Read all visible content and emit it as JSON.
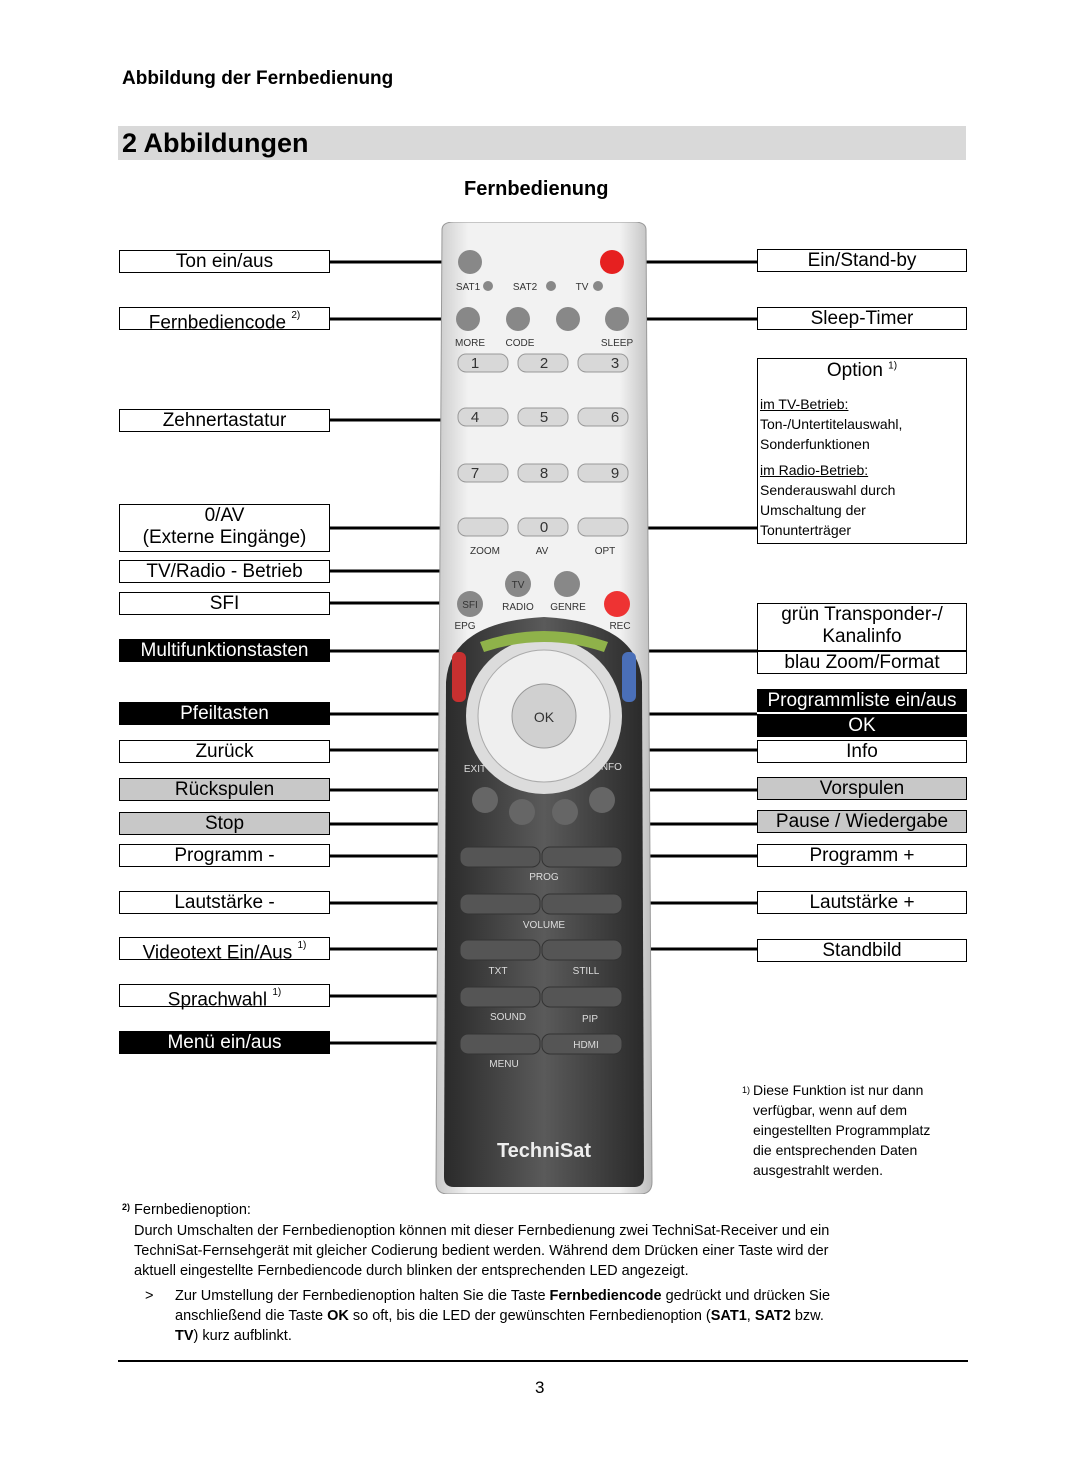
{
  "header": {
    "subtitle": "Abbildung der Fernbedienung",
    "section": "2 Abbildungen",
    "figure_title": "Fernbedienung"
  },
  "left_labels": {
    "ton": "Ton ein/aus",
    "code": "Fernbediencode",
    "code_sup": "2)",
    "zehner": "Zehnertastatur",
    "av1": "0/AV",
    "av2": "(Externe Eingänge)",
    "tvradio": "TV/Radio - Betrieb",
    "sfi": "SFI",
    "multi": "Multifunktionstasten",
    "pfeil": "Pfeiltasten",
    "zurueck": "Zurück",
    "rueck": "Rückspulen",
    "stop": "Stop",
    "progminus": "Programm -",
    "lautminus": "Lautstärke -",
    "videotext": "Videotext Ein/Aus",
    "videotext_sup": "1)",
    "sprach": "Sprachwahl",
    "sprach_sup": "1)",
    "menu": "Menü ein/aus"
  },
  "right_labels": {
    "standby": "Ein/Stand-by",
    "sleep": "Sleep-Timer",
    "option": "Option",
    "option_sup": "1)",
    "tv_mode": "im TV-Betrieb:",
    "tv_desc1": "Ton-/Untertitelauswahl,",
    "tv_desc2": "Sonderfunktionen",
    "radio_mode": "im Radio-Betrieb:",
    "radio_desc1": "Senderauswahl durch",
    "radio_desc2": "Umschaltung der",
    "radio_desc3": "Tonunterträger",
    "gruen1": "grün Transponder-/",
    "gruen2": "Kanalinfo",
    "blau": "blau  Zoom/Format",
    "progliste": "Programmliste ein/aus",
    "ok": "OK",
    "info": "Info",
    "vor": "Vorspulen",
    "pause": "Pause / Wiedergabe",
    "progplus": "Programm +",
    "lautplus": "Lautstärke +",
    "stand": "Standbild"
  },
  "remote_keys": {
    "sat1": "SAT1",
    "sat2": "SAT2",
    "tv": "TV",
    "more": "MORE",
    "code": "CODE",
    "sleep": "SLEEP",
    "k1": "1",
    "k2": "2",
    "k3": "3",
    "k4": "4",
    "k5": "5",
    "k6": "6",
    "k7": "7",
    "k8": "8",
    "k9": "9",
    "k0": "0",
    "zoom": "ZOOM",
    "av": "AV",
    "opt": "OPT",
    "tvbtn": "TV",
    "sfi": "SFI",
    "radio": "RADIO",
    "genre": "GENRE",
    "epg": "EPG",
    "rec": "REC",
    "okbtn": "OK",
    "exit": "EXIT",
    "infobtn": "INFO",
    "prog": "PROG",
    "volume": "VOLUME",
    "txt": "TXT",
    "still": "STILL",
    "sound": "SOUND",
    "pip": "PIP",
    "menu": "MENU",
    "hdmi": "HDMI",
    "brand": "TechniSat"
  },
  "footnote1": {
    "mark": "1)",
    "lines": [
      "Diese Funktion ist nur dann",
      "verfügbar, wenn auf dem",
      "eingestellten Programmplatz",
      "die entsprechenden Daten",
      "ausgestrahlt werden."
    ]
  },
  "footnote2": {
    "mark": "2)",
    "title": "Fernbedienoption:",
    "p1": "Durch Umschalten der Fernbedienoption können mit dieser Fernbedienung zwei TechniSat-Receiver und ein",
    "p2": "TechniSat-Fernsehgerät mit gleicher Codierung bedient werden. Während dem Drücken einer Taste wird der",
    "p3": "aktuell eingestellte Fernbediencode durch blinken der entsprechenden LED angezeigt.",
    "bullet": ">",
    "s1a": "Zur Umstellung der Fernbedienoption halten Sie die Taste ",
    "s1b": "Fernbediencode",
    "s1c": " gedrückt und drücken Sie",
    "s2a": "anschließend die Taste ",
    "s2b": "OK",
    "s2c": " so oft, bis die LED der gewünschten Fernbedienoption (",
    "s2d": "SAT1",
    "s2e": ", ",
    "s2f": "SAT2",
    "s2g": " bzw.",
    "s3a": "TV",
    "s3b": ") kurz aufblinkt."
  },
  "page_number": "3"
}
